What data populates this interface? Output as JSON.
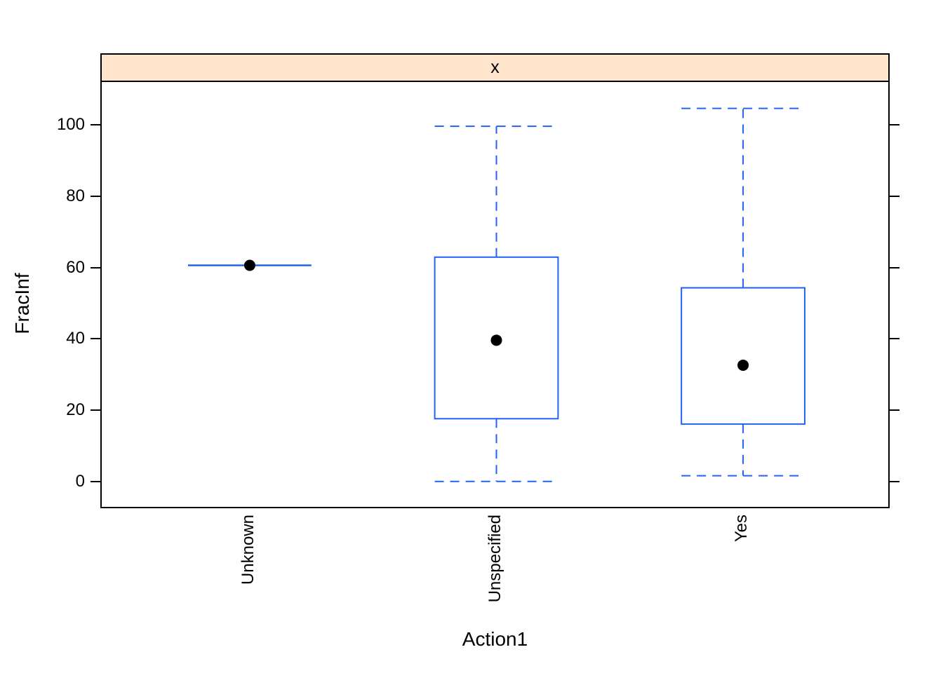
{
  "chart_data": {
    "type": "boxplot",
    "title_strip": "x",
    "xlabel": "Action1",
    "ylabel": "FracInf",
    "categories": [
      "Unknown",
      "Unspecified",
      "Yes"
    ],
    "series": [
      {
        "name": "Unknown",
        "low": 61,
        "q1": 61,
        "median": 61,
        "q3": 61,
        "high": 61
      },
      {
        "name": "Unspecified",
        "low": 0.4,
        "q1": 18,
        "median": 40,
        "q3": 63.3,
        "high": 100
      },
      {
        "name": "Yes",
        "low": 2,
        "q1": 16.5,
        "median": 33,
        "q3": 54.7,
        "high": 105
      }
    ],
    "y_ticks": [
      0,
      20,
      40,
      60,
      80,
      100
    ],
    "ylim": [
      -7.5,
      112.4
    ],
    "xlim": [
      0.4,
      3.6
    ],
    "box_width": 0.5,
    "grid": false,
    "legend": "none",
    "colors": {
      "box": "#2063F2",
      "median_dot": "#000000",
      "strip_bg": "#FFE5CC",
      "axis": "#000000"
    }
  }
}
